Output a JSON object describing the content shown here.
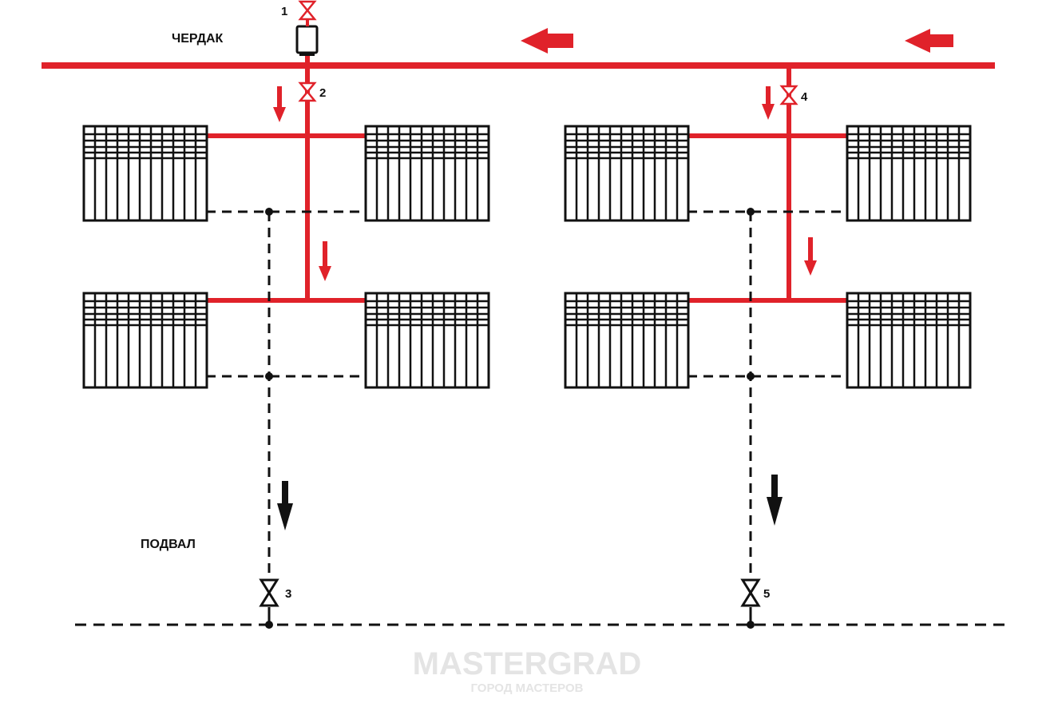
{
  "labels": {
    "attic": "ЧЕРДАК",
    "basement": "ПОДВАЛ",
    "valve_1": "1",
    "valve_2": "2",
    "valve_3": "3",
    "valve_4": "4",
    "valve_5": "5"
  },
  "watermark": {
    "brand": "MASTERGRAD",
    "tagline": "ГОРОД МАСТЕРОВ"
  },
  "colors": {
    "supply": "#e0222a",
    "return": "#111111",
    "radiator": "#111111",
    "background": "#ffffff"
  }
}
